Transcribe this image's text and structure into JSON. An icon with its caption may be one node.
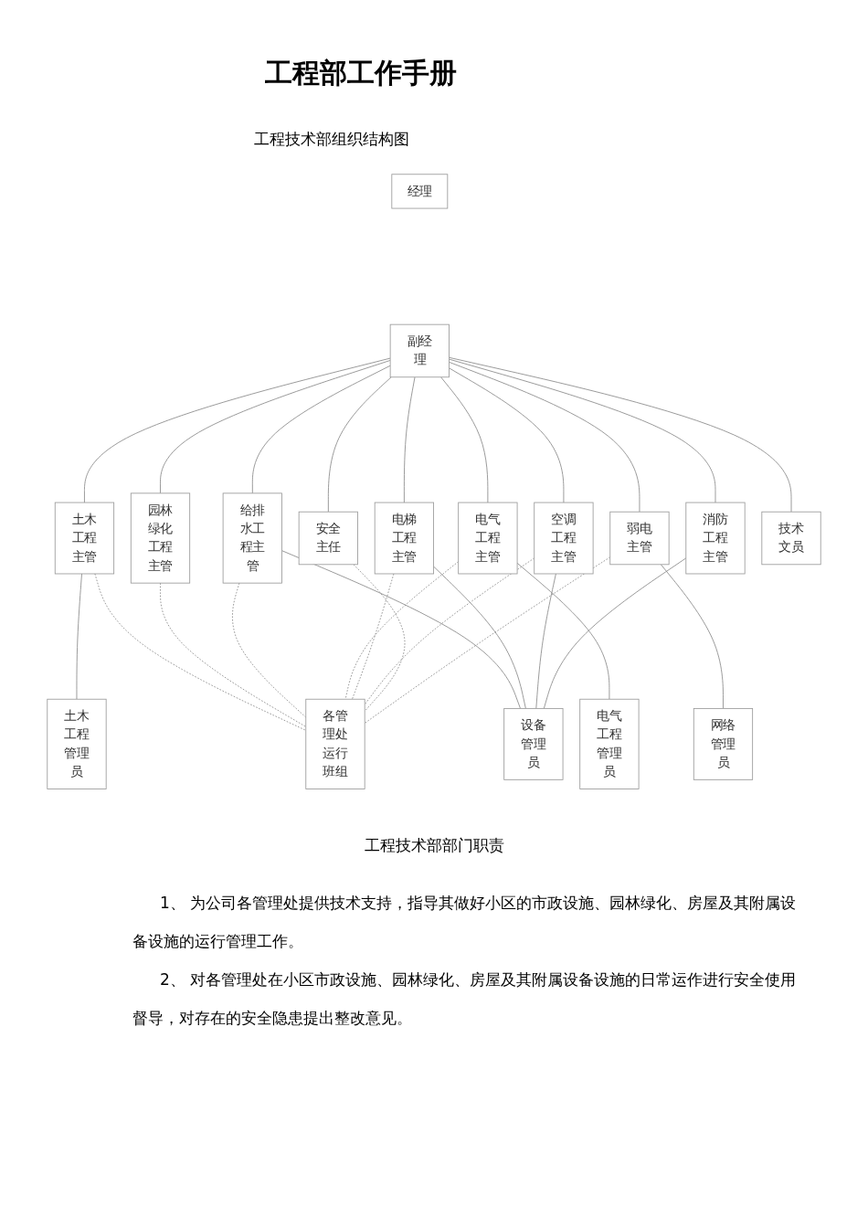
{
  "diagram": {
    "title": "工程部工作手册",
    "nodes": [
      {
        "text": [
          "经理"
        ]
      },
      {
        "text": [
          "副经理"
        ]
      },
      {
        "text": [
          "土木工程主管"
        ]
      },
      {
        "text": [
          "园林绿化工程主管"
        ]
      },
      {
        "text": [
          "给排水工程主管"
        ]
      },
      {
        "text": [
          "电气工程主管"
        ]
      },
      {
        "text": [
          "电梯工程主管"
        ]
      },
      {
        "text": [
          "空调工程主管"
        ]
      },
      {
        "text": [
          "消防工程主管"
        ]
      },
      {
        "text": [
          "安全主任"
        ]
      },
      {
        "text": [
          "弱电主管"
        ]
      },
      {
        "text": [
          "技术文员"
        ]
      },
      {
        "text": [
          "土木工程管理员"
        ]
      },
      {
        "text": [
          "电气工程管理员"
        ]
      },
      {
        "text": [
          "设备管理员"
        ]
      },
      {
        "text": [
          "网络管理员"
        ]
      },
      {
        "text": [
          "各管理处运行班组"
        ]
      }
    ],
    "edges": [
      {
        "from": 1,
        "to": 2,
        "arrow": "none"
      },
      {
        "from": 1,
        "to": 3,
        "arrow": "none"
      },
      {
        "from": 1,
        "to": 4,
        "arrow": "none"
      },
      {
        "from": 1,
        "to": 5,
        "arrow": "none"
      },
      {
        "from": 1,
        "to": 6,
        "arrow": "none"
      },
      {
        "from": 1,
        "to": 7,
        "arrow": "none"
      },
      {
        "from": 1,
        "to": 8,
        "arrow": "none"
      },
      {
        "from": 1,
        "to": 9,
        "arrow": "none"
      },
      {
        "from": 1,
        "to": 10,
        "arrow": "none"
      },
      {
        "from": 1,
        "to": 11,
        "arrow": "none"
      },
      {
        "from": 2,
        "to": 12,
        "arrow": "none"
      },
      {
        "from": 5,
        "to": 13,
        "arrow": "none"
      },
      {
        "from": 4,
        "to": 14,
        "arrow": "none"
      },
      {
        "from": 6,
        "to": 14,
        "arrow": "none"
      },
      {
        "from": 7,
        "to": 14,
        "arrow": "none"
      },
      {
        "from": 8,
        "to": 14,
        "arrow": "none"
      },
      {
        "from": 10,
        "to": 15,
        "arrow": "none"
      },
      {
        "from": 2,
        "to": 16,
        "arrow": "none",
        "style": "dashed"
      },
      {
        "from": 3,
        "to": 16,
        "arrow": "none",
        "style": "dashed"
      },
      {
        "from": 4,
        "to": 16,
        "arrow": "none",
        "style": "dashed"
      },
      {
        "from": 5,
        "to": 16,
        "arrow": "none",
        "style": "dashed"
      },
      {
        "from": 6,
        "to": 16,
        "arrow": "none",
        "style": "dashed"
      },
      {
        "from": 7,
        "to": 16,
        "arrow": "none",
        "style": "dashed"
      },
      {
        "from": 9,
        "to": 16,
        "arrow": "none",
        "style": "dashed"
      },
      {
        "from": 10,
        "to": 16,
        "arrow": "none",
        "style": "dashed"
      }
    ],
    "labels": [
      "工程技术部组织结构图",
      "工程技术部部门职责",
      "1、 为公司各管理处提供技术支持，指导其做好小区的市政设施、园林绿化、房屋及其附属设备设施的运行管理工作。",
      "2、 对各管理处在小区市政设施、园林绿化、房屋及其附属设备设施的日常运作进行安全使用督导，对存在的安全隐患提出整改意见。"
    ]
  }
}
